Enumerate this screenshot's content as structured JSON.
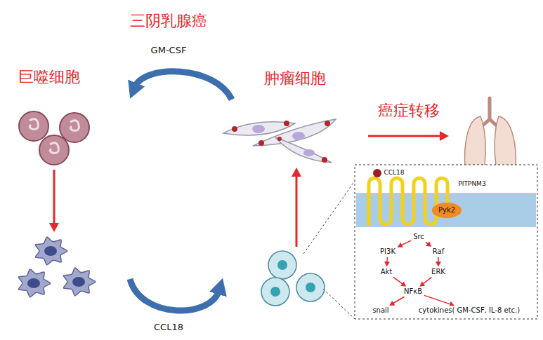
{
  "diagram": {
    "title": "三阴乳腺癌",
    "nodes": [
      {
        "text": [
          "Pyk2"
        ]
      },
      {
        "text": [
          "Src"
        ]
      },
      {
        "text": [
          "PI3K"
        ]
      },
      {
        "text": [
          "Raf"
        ]
      },
      {
        "text": [
          "Akt"
        ]
      },
      {
        "text": [
          "ERK"
        ]
      },
      {
        "text": [
          "NFκB"
        ]
      },
      {
        "text": [
          "snail"
        ]
      },
      {
        "text": [
          "cytokines( GM-CSF, IL-8 etc.)"
        ]
      }
    ],
    "edges": [
      {
        "from": 1,
        "to": 2,
        "arrow": "to"
      },
      {
        "from": 1,
        "to": 3,
        "arrow": "to"
      },
      {
        "from": 2,
        "to": 4,
        "arrow": "to"
      },
      {
        "from": 3,
        "to": 5,
        "arrow": "to"
      },
      {
        "from": 4,
        "to": 6,
        "arrow": "to"
      },
      {
        "from": 5,
        "to": 6,
        "arrow": "to"
      },
      {
        "from": 6,
        "to": 7,
        "arrow": "to"
      },
      {
        "from": 6,
        "to": 8,
        "arrow": "to"
      }
    ],
    "labels": [
      "巨噬细胞",
      "肿瘤细胞",
      "癌症转移",
      "GM-CSF",
      "CCL18",
      "CCL18",
      "PITPNM3"
    ]
  }
}
